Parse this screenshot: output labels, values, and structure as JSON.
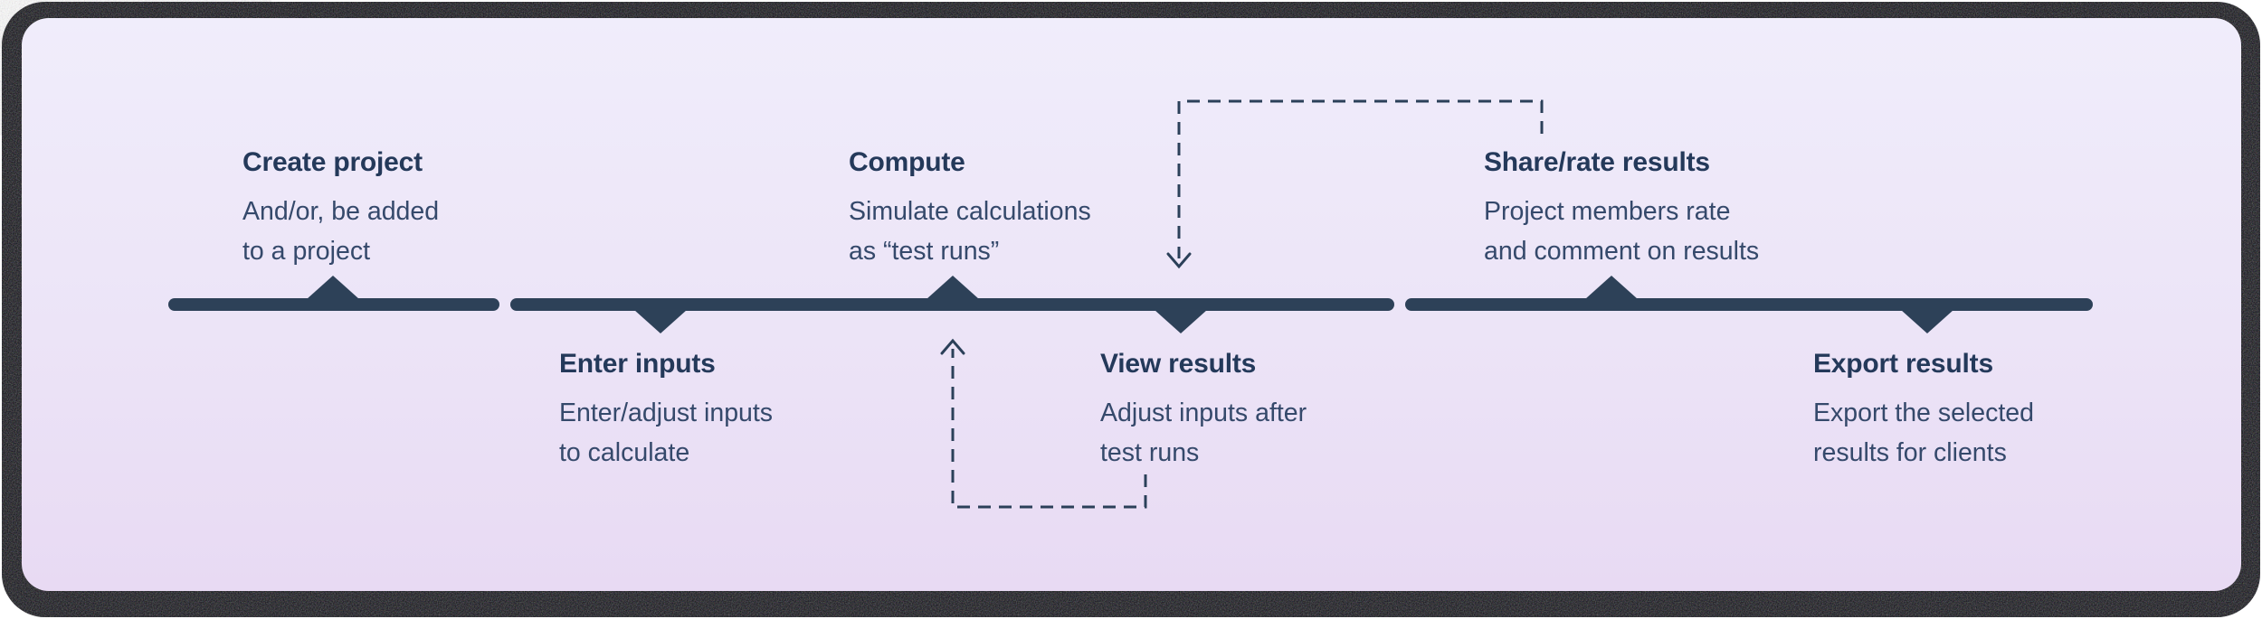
{
  "diagram": {
    "name": "product-workflow-timeline",
    "description_of_layout": "horizontal timeline with three segments, three steps labeled above the line and three below, plus two dashed feedback loops"
  },
  "steps": [
    {
      "id": "create-project",
      "position": "above",
      "title": "Create project",
      "desc1": "And/or, be added",
      "desc2": "to a project"
    },
    {
      "id": "enter-inputs",
      "position": "below",
      "title": "Enter inputs",
      "desc1": "Enter/adjust inputs",
      "desc2": "to calculate"
    },
    {
      "id": "compute",
      "position": "above",
      "title": "Compute",
      "desc1": "Simulate calculations",
      "desc2": "as “test runs”"
    },
    {
      "id": "view-results",
      "position": "below",
      "title": "View results",
      "desc1": "Adjust inputs after",
      "desc2": "test runs"
    },
    {
      "id": "share-rate-results",
      "position": "above",
      "title": "Share/rate results",
      "desc1": "Project members rate",
      "desc2": "and comment on results"
    },
    {
      "id": "export-results",
      "position": "below",
      "title": "Export results",
      "desc1": "Export the selected",
      "desc2": "results for clients"
    }
  ],
  "arrows": [
    {
      "id": "loop-share-to-view-results",
      "style": "dashed",
      "from": "share-rate-results",
      "to": "view-results",
      "arrowhead": "down"
    },
    {
      "id": "loop-view-results-to-compute",
      "style": "dashed",
      "from": "view-results",
      "to": "compute",
      "arrowhead": "up"
    }
  ],
  "colors": {
    "timeline": "#2d4158",
    "title_text": "#24395a",
    "body_text": "#35496b",
    "dashed_line": "#2b4059",
    "card_gradient_top": "#f0edfb",
    "card_gradient_bottom": "#e8daf3",
    "frame": "#0b0b11",
    "page_background": "#ffffff"
  }
}
